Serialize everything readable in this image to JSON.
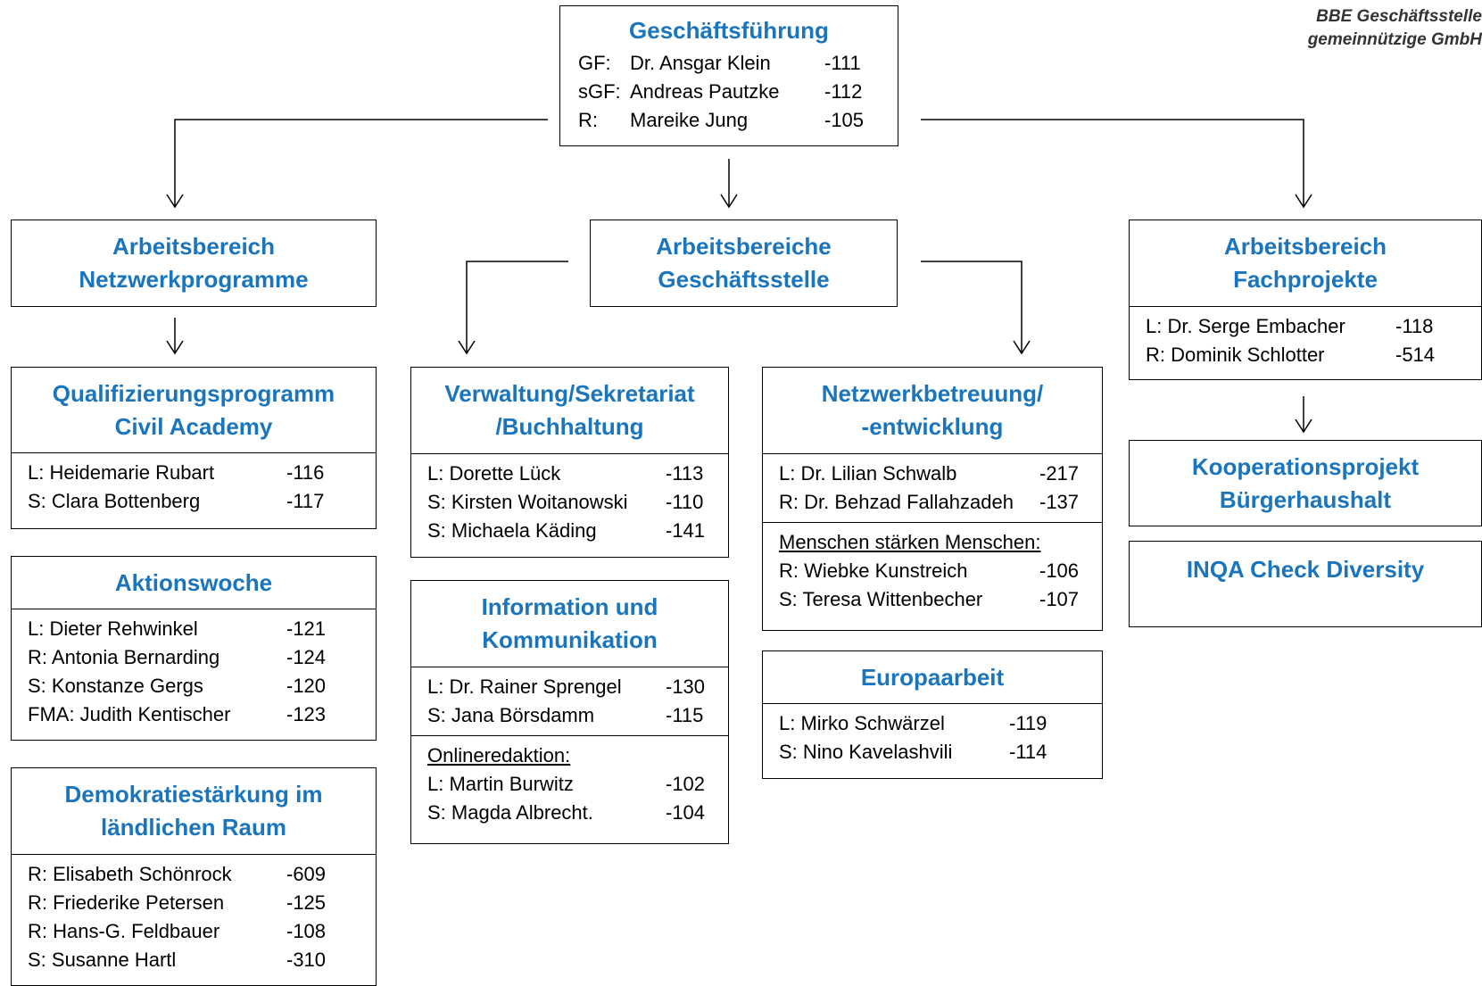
{
  "logo": {
    "line1": "BBE Geschäftsstelle",
    "line2": "gemeinnützige GmbH"
  },
  "geschaeftsfuehrung": {
    "title": "Geschäftsführung",
    "rows": [
      {
        "role": "GF:",
        "name": "Dr. Ansgar Klein",
        "ext": "-111"
      },
      {
        "role": "sGF:",
        "name": "Andreas Pautzke",
        "ext": "-112"
      },
      {
        "role": "R:",
        "name": "Mareike Jung",
        "ext": "-105"
      }
    ]
  },
  "netzwerkprogramme": {
    "line1": "Arbeitsbereich",
    "line2": "Netzwerkprogramme"
  },
  "geschaeftsstelle": {
    "line1": "Arbeitsbereiche",
    "line2": "Geschäftsstelle"
  },
  "fachprojekte": {
    "line1": "Arbeitsbereich",
    "line2": "Fachprojekte",
    "rows": [
      {
        "name": "L: Dr. Serge Embacher",
        "ext": "-118"
      },
      {
        "name": "R: Dominik Schlotter",
        "ext": "-514"
      }
    ]
  },
  "civil_academy": {
    "line1": "Qualifizierungsprogramm",
    "line2": "Civil Academy",
    "rows": [
      {
        "name": "L: Heidemarie Rubart",
        "ext": "-116"
      },
      {
        "name": "S: Clara Bottenberg",
        "ext": "-117"
      }
    ]
  },
  "aktionswoche": {
    "title": "Aktionswoche",
    "rows": [
      {
        "name": "L: Dieter Rehwinkel",
        "ext": "-121"
      },
      {
        "name": "R: Antonia Bernarding",
        "ext": "-124"
      },
      {
        "name": "S: Konstanze Gergs",
        "ext": "-120"
      },
      {
        "name": "FMA: Judith Kentischer",
        "ext": "-123"
      }
    ]
  },
  "demokratie": {
    "line1": "Demokratiestärkung im",
    "line2": "ländlichen Raum",
    "rows": [
      {
        "name": "R: Elisabeth Schönrock",
        "ext": "-609"
      },
      {
        "name": "R: Friederike Petersen",
        "ext": "-125"
      },
      {
        "name": "R: Hans-G. Feldbauer",
        "ext": "-108"
      },
      {
        "name": "S: Susanne Hartl",
        "ext": "-310"
      }
    ]
  },
  "verwaltung": {
    "line1": "Verwaltung/Sekretariat",
    "line2": "/Buchhaltung",
    "rows": [
      {
        "name": "L: Dorette Lück",
        "ext": "-113"
      },
      {
        "name": "S: Kirsten Woitanowski",
        "ext": "-110"
      },
      {
        "name": "S: Michaela Käding",
        "ext": "-141"
      }
    ]
  },
  "information": {
    "line1": "Information und",
    "line2": "Kommunikation",
    "rows": [
      {
        "name": "L: Dr. Rainer Sprengel",
        "ext": "-130"
      },
      {
        "name": "S: Jana Börsdamm",
        "ext": "-115"
      }
    ],
    "sub_title": "Onlineredaktion:",
    "sub_rows": [
      {
        "name": "L: Martin Burwitz",
        "ext": "-102"
      },
      {
        "name": "S: Magda Albrecht.",
        "ext": "-104"
      }
    ]
  },
  "netzwerkbetreuung": {
    "line1": "Netzwerkbetreuung/",
    "line2": "-entwicklung",
    "rows": [
      {
        "name": "L: Dr. Lilian Schwalb",
        "ext": "-217"
      },
      {
        "name": "R: Dr. Behzad Fallahzadeh",
        "ext": "-137"
      }
    ],
    "sub_title": "Menschen stärken Menschen:",
    "sub_rows": [
      {
        "name": "R: Wiebke Kunstreich",
        "ext": "-106"
      },
      {
        "name": "S: Teresa Wittenbecher",
        "ext": "-107"
      }
    ]
  },
  "europaarbeit": {
    "title": "Europaarbeit",
    "rows": [
      {
        "name": "L: Mirko Schwärzel",
        "ext": "-119"
      },
      {
        "name": "S: Nino Kavelashvili",
        "ext": "-114"
      }
    ]
  },
  "buergerhaushalt": {
    "line1": "Kooperationsprojekt",
    "line2": "Bürgerhaushalt"
  },
  "inqa": {
    "title": "INQA Check Diversity"
  },
  "colors": {
    "heading": "#1a75bc",
    "border": "#000000"
  }
}
